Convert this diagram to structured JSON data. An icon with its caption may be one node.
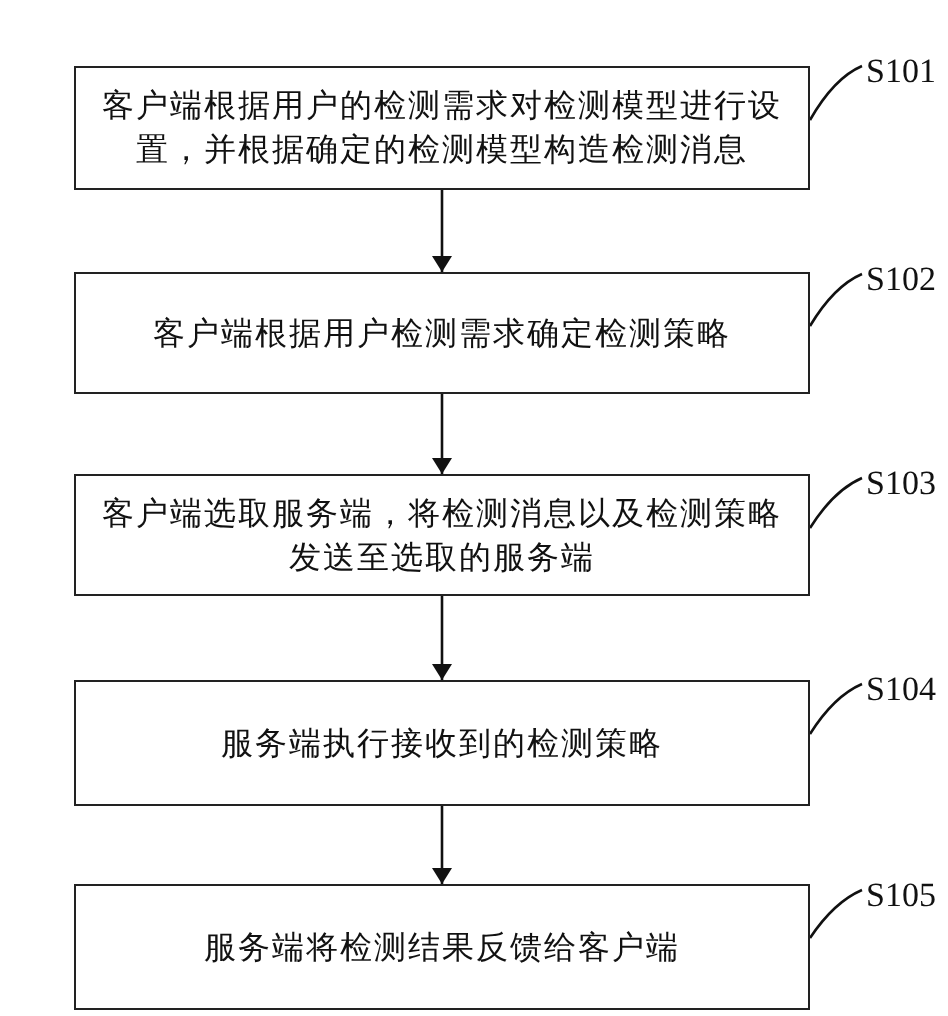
{
  "diagram": {
    "nodes": [
      {
        "text": [
          "客户端根据用户的检测需求对检测模型进行设置，并根据确定的检测模型构造检测消息"
        ]
      },
      {
        "text": [
          "客户端根据用户检测需求确定检测策略"
        ]
      },
      {
        "text": [
          "客户端选取服务端，将检测消息以及检测策略发送至选取的服务端"
        ]
      },
      {
        "text": [
          "服务端执行接收到的检测策略"
        ]
      },
      {
        "text": [
          "服务端将检测结果反馈给客户端"
        ]
      },
      {
        "text": [
          "S101"
        ]
      },
      {
        "text": [
          "S102"
        ]
      },
      {
        "text": [
          "S103"
        ]
      },
      {
        "text": [
          "S104"
        ]
      },
      {
        "text": [
          "S105"
        ]
      }
    ],
    "edges": [
      {
        "from": 0,
        "to": 1,
        "arrow": "to"
      },
      {
        "from": 1,
        "to": 2,
        "arrow": "to"
      },
      {
        "from": 2,
        "to": 3,
        "arrow": "to"
      },
      {
        "from": 3,
        "to": 4,
        "arrow": "to"
      },
      {
        "from": 5,
        "to": 0,
        "arrow": "none"
      },
      {
        "from": 6,
        "to": 1,
        "arrow": "none"
      },
      {
        "from": 7,
        "to": 2,
        "arrow": "none"
      },
      {
        "from": 8,
        "to": 3,
        "arrow": "none"
      },
      {
        "from": 9,
        "to": 4,
        "arrow": "none"
      }
    ]
  }
}
